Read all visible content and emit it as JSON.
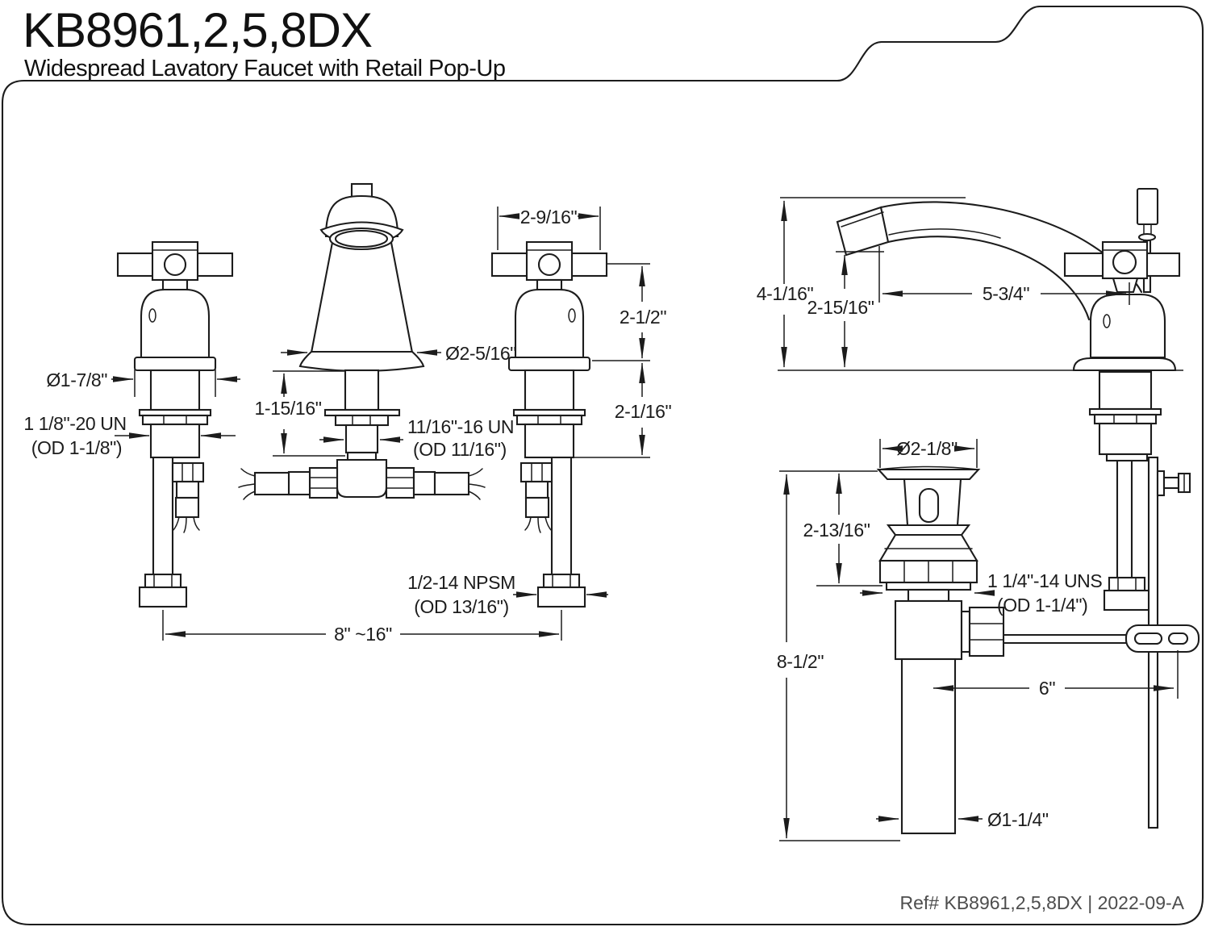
{
  "title": "KB8961,2,5,8DX",
  "subtitle": "Widespread Lavatory Faucet with Retail Pop-Up",
  "footer_ref": "Ref# KB8961,2,5,8DX | 2022-09-A",
  "colors": {
    "line": "#1c1c1c",
    "footer_text": "#4d4d4d",
    "background": "#ffffff"
  },
  "front_view": {
    "dims": {
      "handle_width": "2-9/16\"",
      "escutcheon_dia": "Ø1-7/8\"",
      "handle_shank_thread": "1 1/8\"-20 UN",
      "handle_shank_thread_od": "(OD 1-1/8\")",
      "spout_shank_height": "1-15/16\"",
      "spout_base_dia": "Ø2-5/16\"",
      "spout_shank_thread": "11/16\"-16 UN",
      "spout_shank_thread_od": "(OD 11/16\")",
      "handle_height_upper": "2-1/2\"",
      "handle_height_lower": "2-1/16\"",
      "supply_nut_thread": "1/2-14 NPSM",
      "supply_nut_thread_od": "(OD 13/16\")",
      "installation_spread": "8\" ~16\""
    }
  },
  "side_view": {
    "dims": {
      "overall_height": "4-1/16\"",
      "spout_outlet_height": "2-15/16\"",
      "spout_reach": "5-3/4\""
    }
  },
  "drain_view": {
    "dims": {
      "flange_dia": "Ø2-1/8\"",
      "upper_height": "2-13/16\"",
      "drain_body_thread": "1 1/4\"-14 UNS",
      "drain_body_thread_od": "(OD 1-1/4\")",
      "overall_height": "8-1/2\"",
      "lever_rod_length": "6\"",
      "tailpiece_dia": "Ø1-1/4\""
    }
  }
}
